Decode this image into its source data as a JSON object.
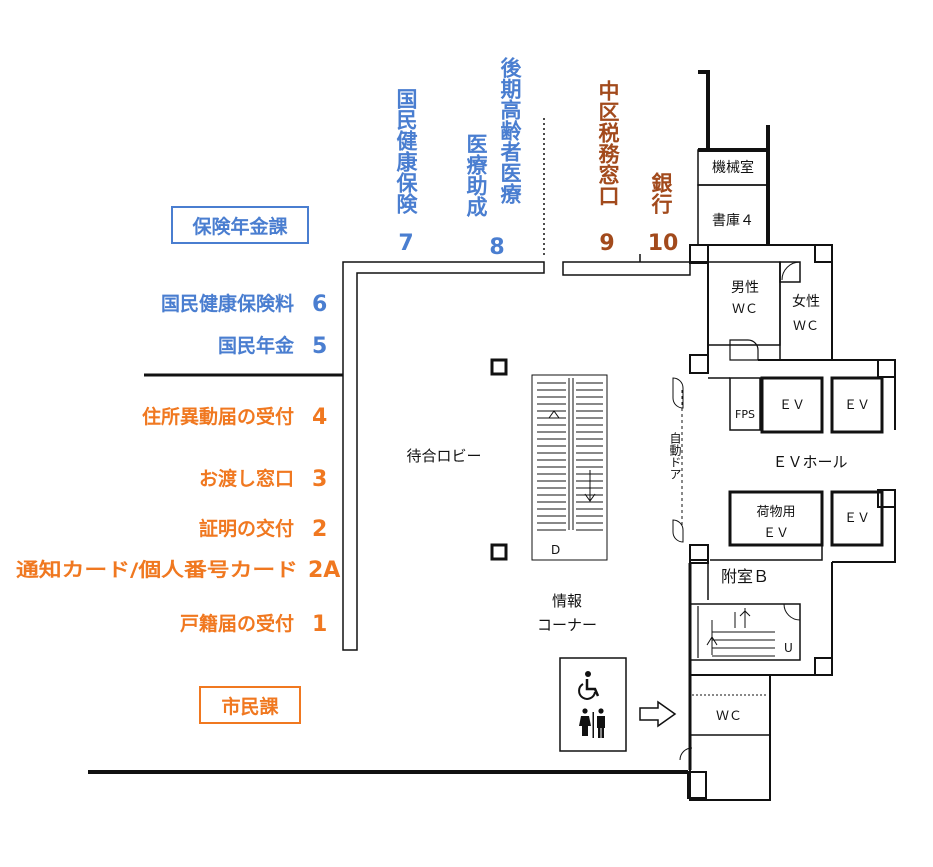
{
  "departments": {
    "hoken": {
      "label": "保険年金課",
      "color": "#4a7ed0"
    },
    "shimin": {
      "label": "市民課",
      "color": "#f07820"
    }
  },
  "counters_left": [
    {
      "name": "国民健康保険料",
      "number": "6",
      "color": "#4a7ed0"
    },
    {
      "name": "国民年金",
      "number": "5",
      "color": "#4a7ed0"
    },
    {
      "name": "住所異動届の受付",
      "number": "4",
      "color": "#f07820"
    },
    {
      "name": "お渡し窓口",
      "number": "3",
      "color": "#f07820"
    },
    {
      "name": "証明の交付",
      "number": "2",
      "color": "#f07820"
    },
    {
      "name": "通知カード/個人番号カード",
      "number": "2A",
      "color": "#f07820"
    },
    {
      "name": "戸籍届の受付",
      "number": "1",
      "color": "#f07820"
    }
  ],
  "counters_top": [
    {
      "name": "国民健康保険",
      "number": "7",
      "color": "#4a7ed0"
    },
    {
      "name": "医療助成",
      "number": "8",
      "color": "#4a7ed0"
    },
    {
      "name": "後期高齢者医療",
      "number": "8",
      "color": "#4a7ed0"
    },
    {
      "name": "中区税務窓口",
      "number": "9",
      "color": "#a24a1c"
    },
    {
      "name": "銀行",
      "number": "10",
      "color": "#a24a1c"
    }
  ],
  "rooms": {
    "machine_room": "機械室",
    "storage": "書庫４",
    "men_wc_1": "男性",
    "men_wc_2": "ＷＣ",
    "women_wc_1": "女性",
    "women_wc_2": "ＷＣ",
    "fps": "FPS",
    "ev_1": "ＥＶ",
    "ev_2": "ＥＶ",
    "ev_3": "ＥＶ",
    "ev_hall": "ＥＶホール",
    "freight_ev_1": "荷物用",
    "freight_ev_2": "ＥＶ",
    "annex_b": "附室Ｂ",
    "wc_bottom": "ＷＣ",
    "waiting_lobby": "待合ロビー",
    "info_1": "情報",
    "info_2": "コーナー",
    "auto_door": "自動ドア",
    "stair_d": "D",
    "stair_u": "U"
  },
  "icons": [
    "wheelchair-icon",
    "restroom-icon",
    "arrow-right-icon"
  ]
}
